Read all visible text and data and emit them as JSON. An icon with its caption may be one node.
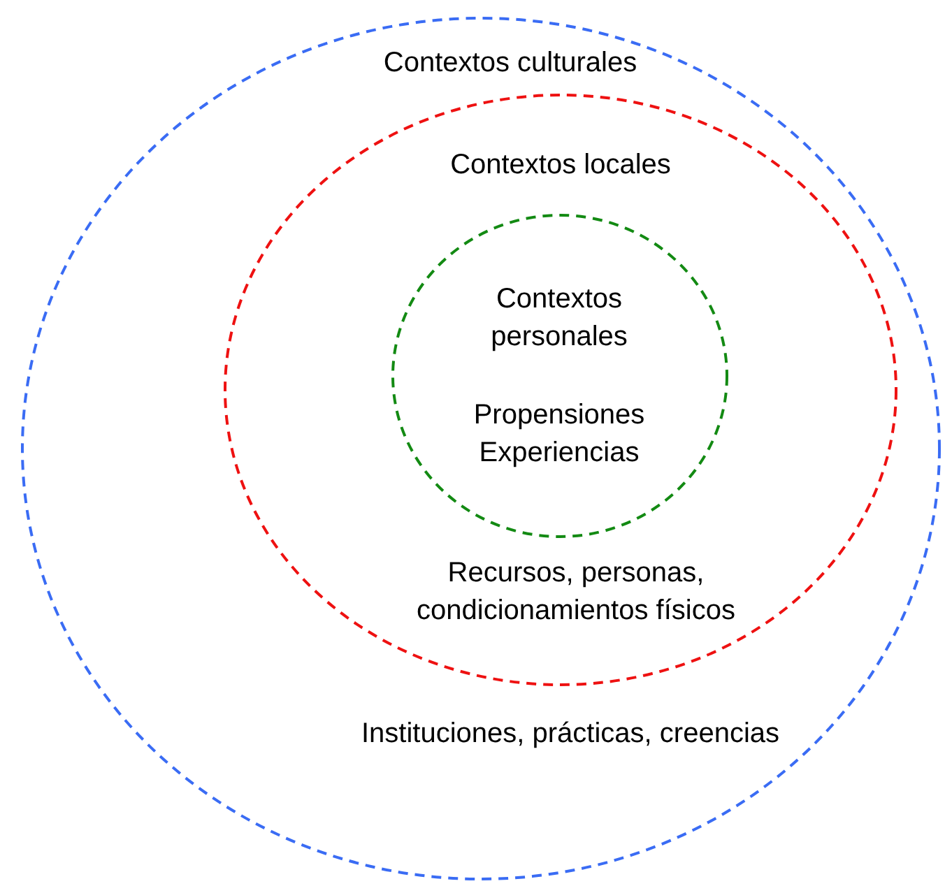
{
  "diagram": {
    "nodes": [
      {
        "text": [
          "Contextos culturales",
          "Instituciones, prácticas, creencias"
        ]
      },
      {
        "text": [
          "Contextos locales",
          "Recursos, personas, condicionamientos físicos"
        ],
        "in": 0
      },
      {
        "text": [
          "Contextos personales",
          "Propensiones Experiencias"
        ],
        "in": 1
      }
    ]
  }
}
